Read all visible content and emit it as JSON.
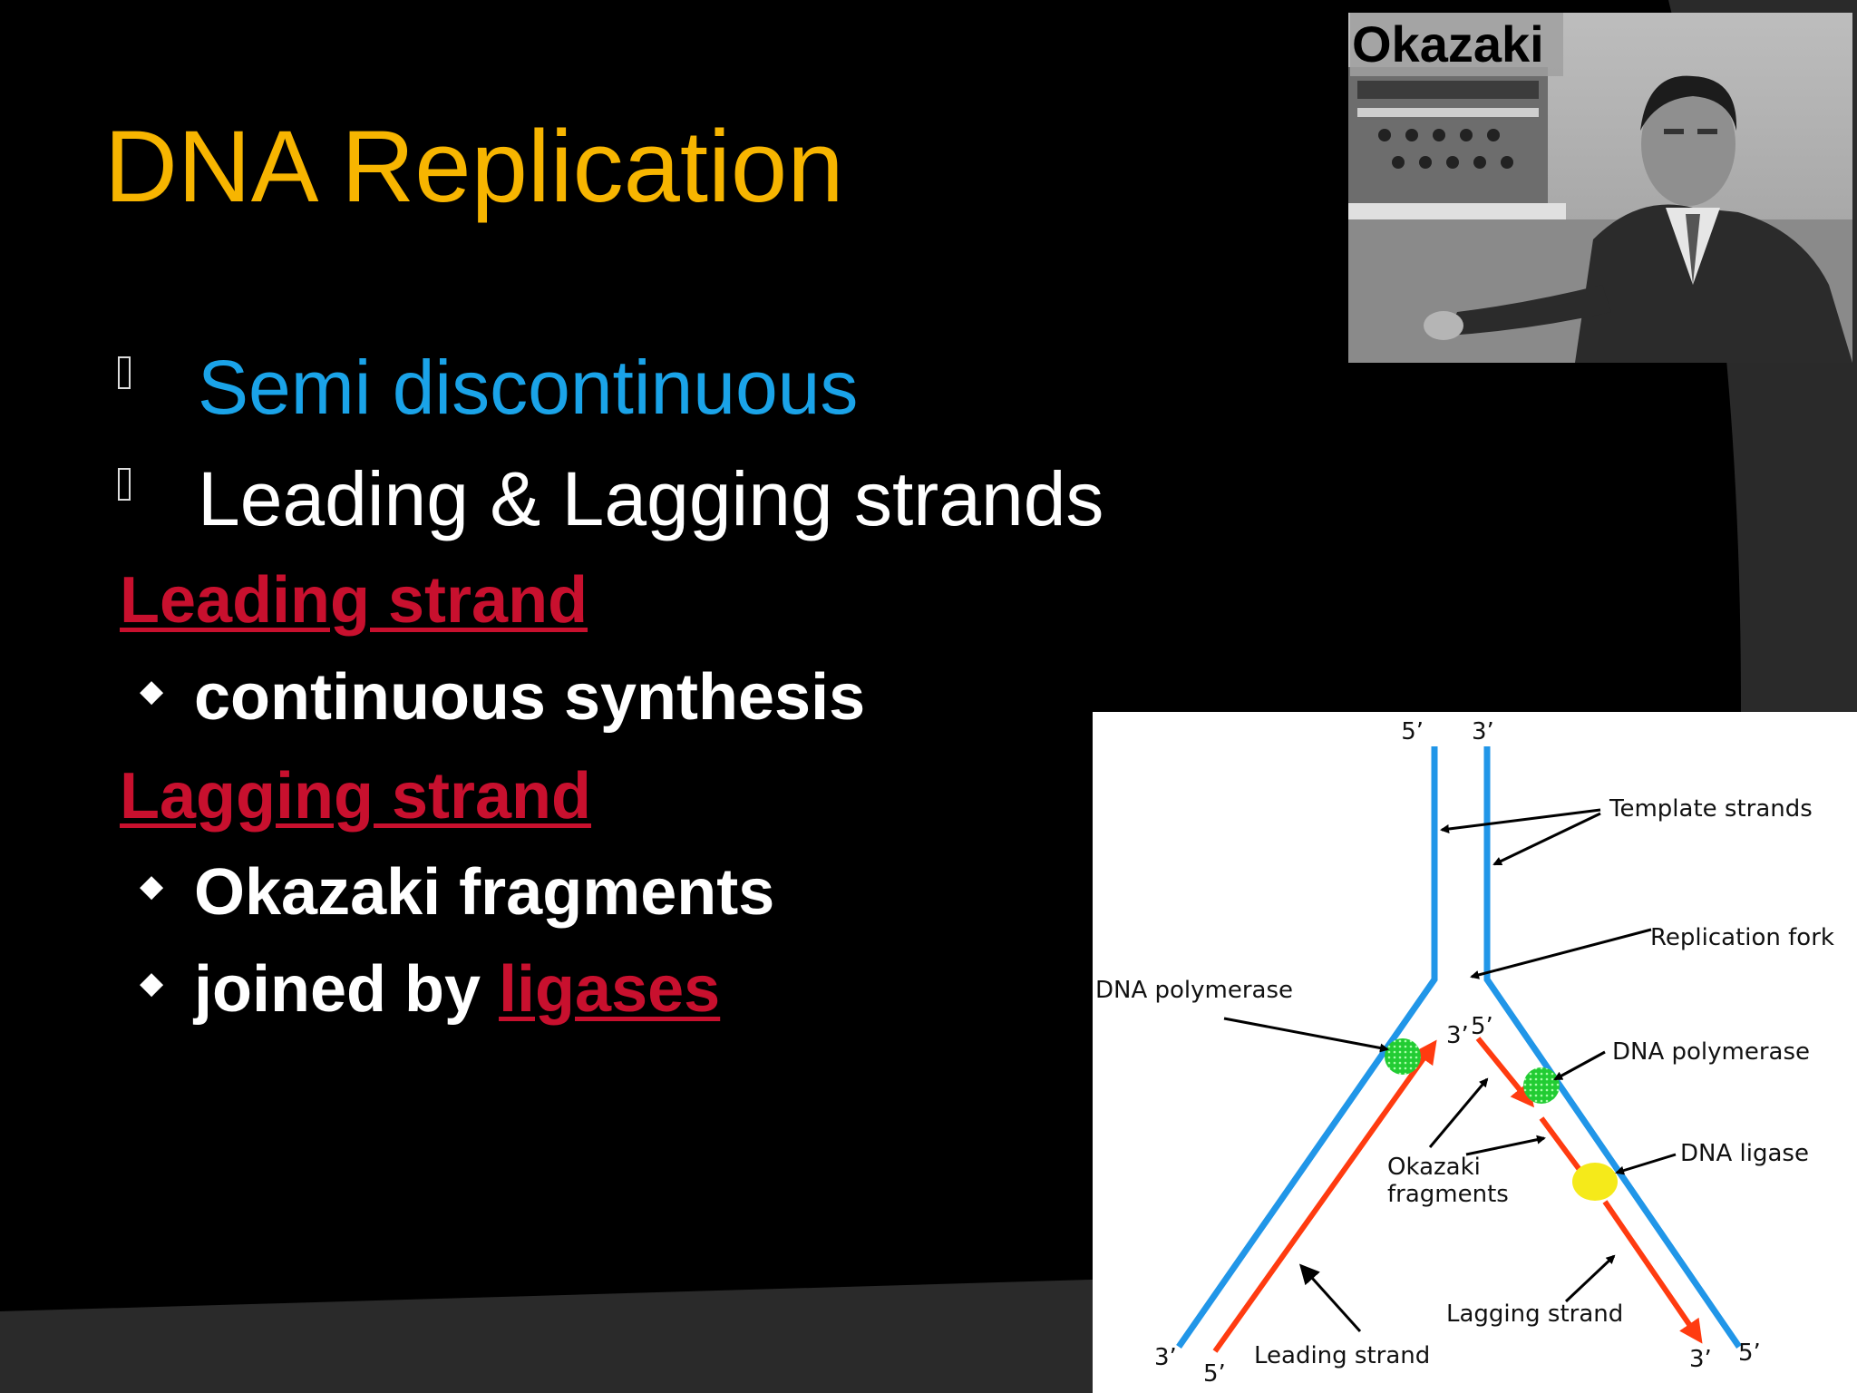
{
  "slide": {
    "title": "DNA Replication",
    "bullets": [
      {
        "text": "Semi discontinuous",
        "color": "#1aa3e8"
      },
      {
        "text": "Leading & Lagging strands",
        "color": "#ffffff"
      }
    ],
    "leading_heading": "Leading strand",
    "leading_items": [
      "continuous synthesis"
    ],
    "lagging_heading": "Lagging strand",
    "lagging_items": [
      "Okazaki fragments"
    ],
    "joined_prefix": "joined by",
    "joined_link": "ligases"
  },
  "photo": {
    "label": "Okazaki"
  },
  "diagram": {
    "labels": {
      "top_5": "5’",
      "top_3": "3’",
      "template_strands": "Template strands",
      "replication_fork": "Replication fork",
      "dna_polymerase_left": "DNA polymerase",
      "dna_polymerase_right": "DNA polymerase",
      "dna_ligase": "DNA ligase",
      "okazaki_line1": "Okazaki",
      "okazaki_line2": "fragments",
      "lagging_strand": "Lagging strand",
      "leading_strand": "Leading strand",
      "mid_3": "3’",
      "mid_5": "5’",
      "bottom_left_3": "3’",
      "bottom_left_5": "5’",
      "bottom_right_3": "3’",
      "bottom_right_5": "5’"
    },
    "colors": {
      "template": "#2196e8",
      "new_strand": "#ff3b10",
      "polymerase": "#22cc33",
      "ligase": "#f5ea1a"
    }
  }
}
